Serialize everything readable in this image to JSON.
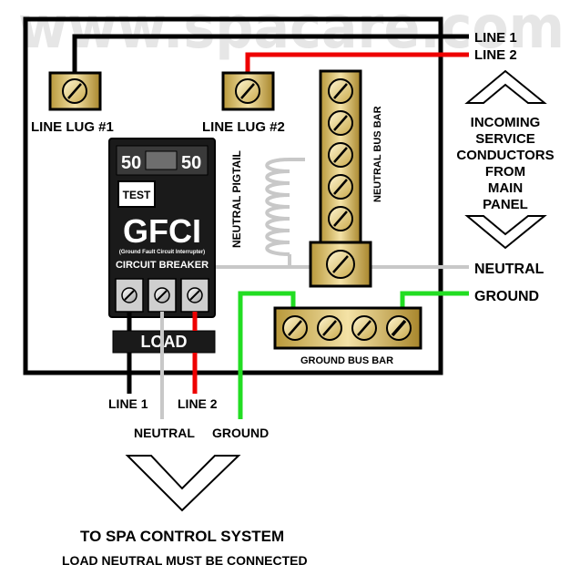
{
  "watermark": "www.spacare.com",
  "labels": {
    "line1_in": "LINE 1",
    "line2_in": "LINE 2",
    "incoming": [
      "INCOMING",
      "SERVICE",
      "CONDUCTORS",
      "FROM",
      "MAIN",
      "PANEL"
    ],
    "neutral_in": "NEUTRAL",
    "ground_in": "GROUND",
    "line_lug_1": "LINE LUG #1",
    "line_lug_2": "LINE LUG #2",
    "neutral_pigtail": "NEUTRAL PIGTAIL",
    "neutral_bus_bar": "NEUTRAL BUS BAR",
    "ground_bus_bar": "GROUND BUS BAR",
    "line1_out": "LINE 1",
    "line2_out": "LINE 2",
    "neutral_out": "NEUTRAL",
    "ground_out": "GROUND",
    "to_spa": "TO SPA CONTROL SYSTEM",
    "footnote": "LOAD NEUTRAL MUST BE CONNECTED"
  },
  "breaker": {
    "rating_left": "50",
    "rating_right": "50",
    "test_label": "TEST",
    "title": "GFCI",
    "subtitle": "(Ground Fault Circuit Interrupter)",
    "name": "CIRCUIT BREAKER",
    "load_label": "LOAD"
  },
  "colors": {
    "line1": "#000000",
    "line2": "#ee0000",
    "neutral": "#cccccc",
    "ground": "#22dd22",
    "brass": "#e8cf8a",
    "breaker": "#1a1a1a"
  }
}
